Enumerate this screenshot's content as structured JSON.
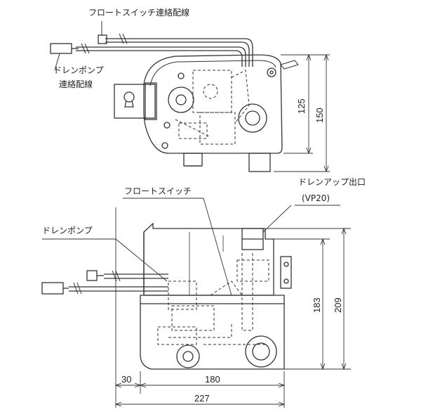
{
  "top_view": {
    "labels": {
      "float_switch_wiring": "フロートスイッチ連絡配線",
      "drain_pump_line1": "ドレンポンプ",
      "drain_pump_line2": "連絡配線"
    },
    "dimensions": {
      "height_125": "125",
      "height_150": "150"
    }
  },
  "front_view": {
    "labels": {
      "float_switch": "フロートスイッチ",
      "drain_up_outlet": "ドレンアップ出口",
      "vp20": "(VP20)",
      "drain_pump": "ドレンポンプ"
    },
    "dimensions": {
      "width_30": "30",
      "width_180": "180",
      "width_227": "227",
      "height_183": "183",
      "height_209": "209"
    }
  }
}
